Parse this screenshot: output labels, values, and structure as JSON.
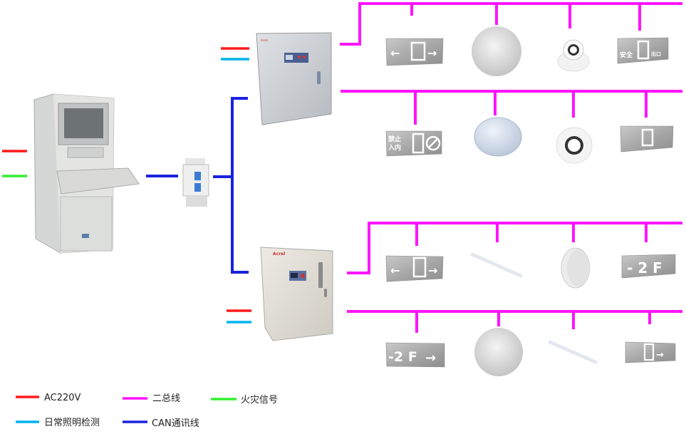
{
  "colors": {
    "ac220v": "#ff1a1a",
    "bus": "#ff14ff",
    "fire_signal": "#33ee33",
    "daily_lighting": "#00b4ee",
    "can": "#1a22dd"
  },
  "legend": [
    {
      "label": "AC220V",
      "color": "#ff1a1a"
    },
    {
      "label": "二总线",
      "color": "#ff14ff"
    },
    {
      "label": "火灾信号",
      "color": "#33ee33"
    },
    {
      "label": "日常照明检测",
      "color": "#00b4ee"
    },
    {
      "label": "CAN通讯线",
      "color": "#1a22dd"
    }
  ],
  "signs": {
    "safe_exit_left": "安全",
    "safe_exit_right": "出口",
    "no_entry_1": "禁止",
    "no_entry_2": "入内",
    "floor_sign": "- 2 F",
    "floor_sign_arrow": "-2 F"
  }
}
